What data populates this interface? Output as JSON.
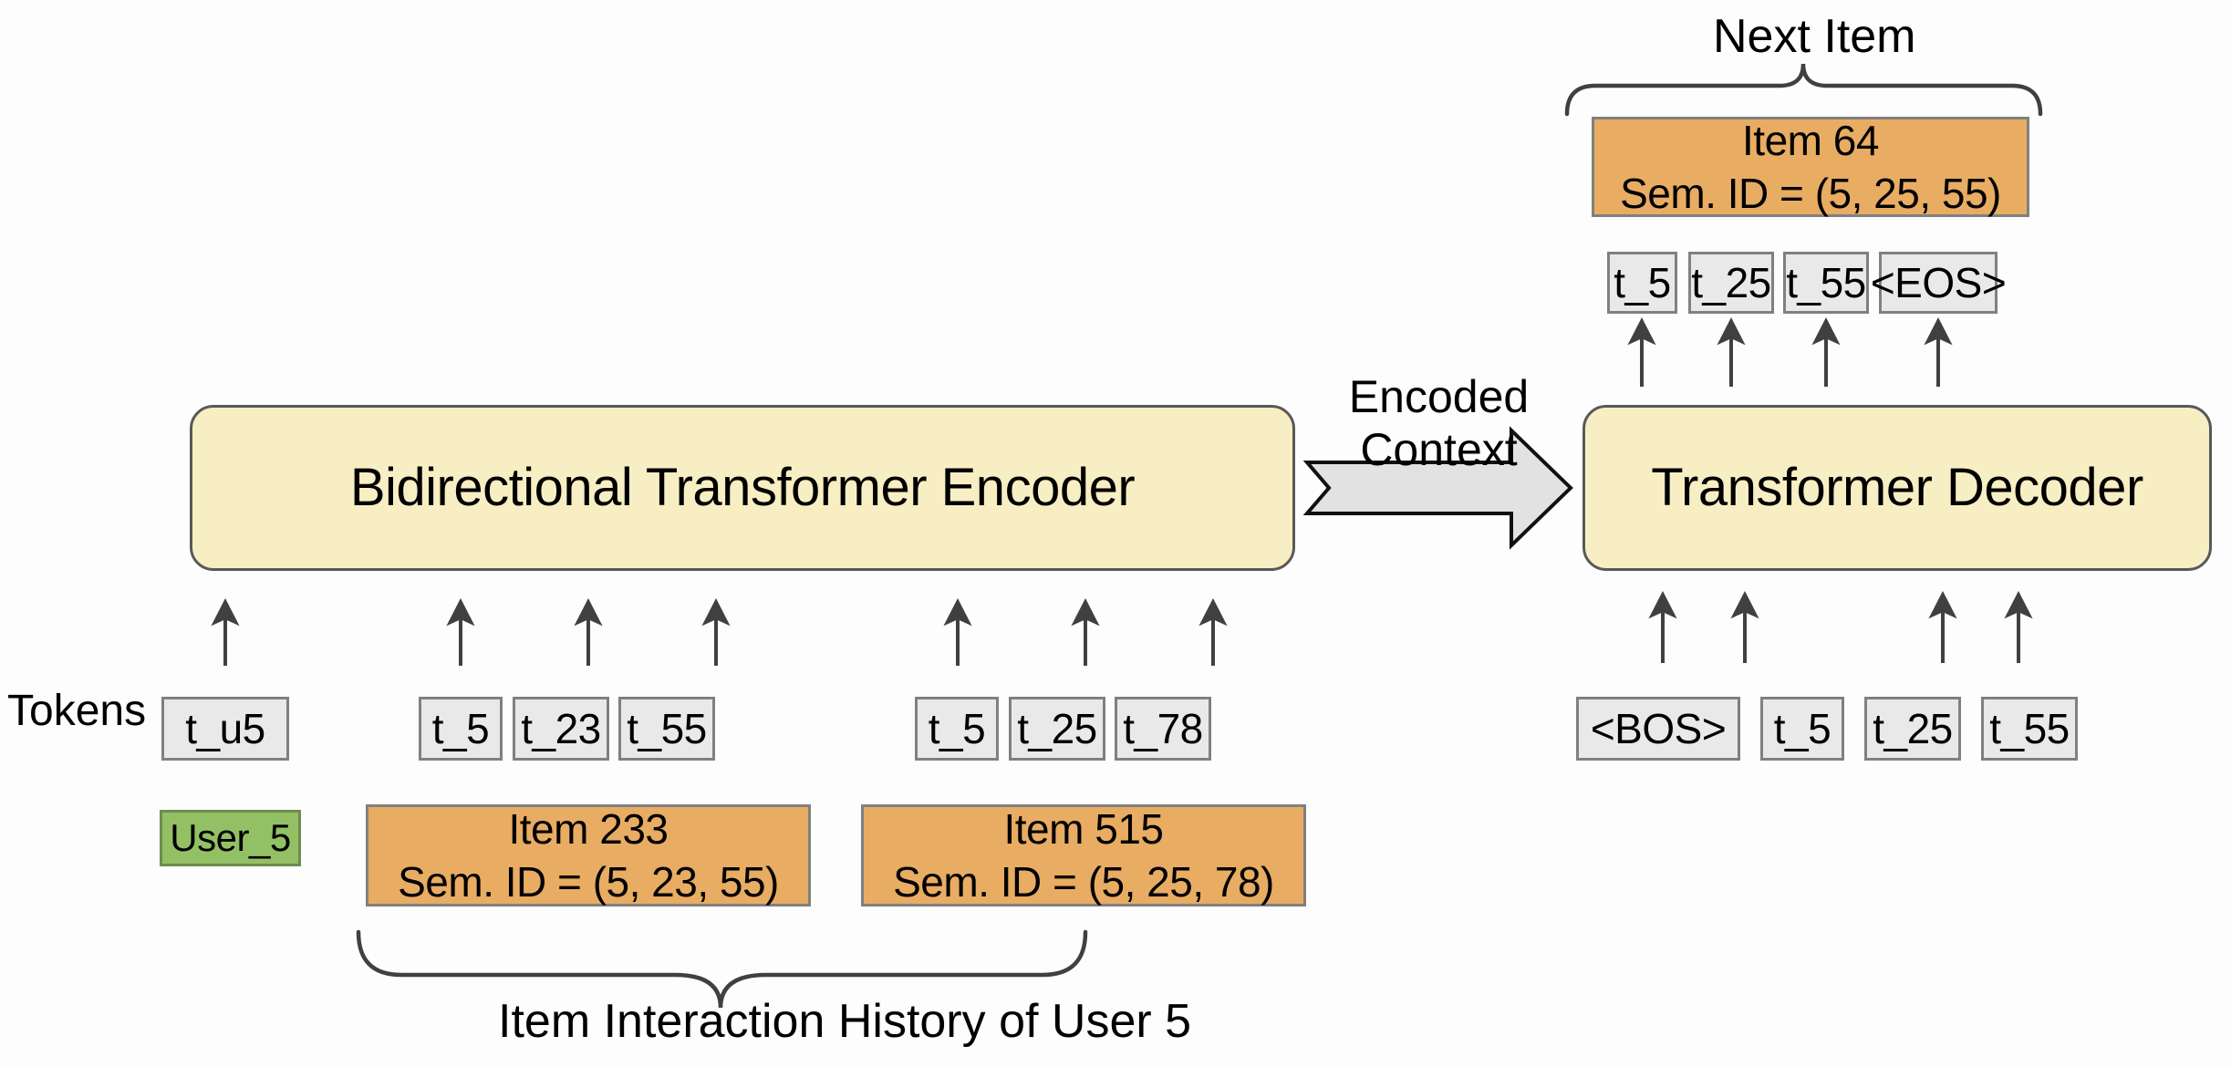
{
  "diagram": {
    "title": "Generative Recommender: Encoder-Decoder with Semantic IDs",
    "colors": {
      "block_fill": "#F7EFC3",
      "block_stroke": "#595959",
      "token_fill": "#E9E9E9",
      "token_stroke": "#808080",
      "item_fill": "#E8AC63",
      "item_stroke": "#808080",
      "user_fill": "#93C065",
      "user_stroke": "#6E8C50",
      "arrow_stroke": "#404040",
      "background": "#FDFDFD"
    }
  },
  "encoder": {
    "label": "Bidirectional Transformer Encoder"
  },
  "decoder": {
    "label": "Transformer Decoder"
  },
  "bridge": {
    "label_line1": "Encoded",
    "label_line2": "Context",
    "arrow_icon": "block-arrow-right-icon"
  },
  "labels": {
    "tokens": "Tokens",
    "next_item": "Next Item",
    "history": "Item Interaction History of User 5"
  },
  "encoder_input": {
    "user_token": {
      "label": "t_u5"
    },
    "user_entity": {
      "label": "User_5"
    },
    "item_tokens_group_1": [
      {
        "label": "t_5"
      },
      {
        "label": "t_23"
      },
      {
        "label": "t_55"
      }
    ],
    "item_tokens_group_2": [
      {
        "label": "t_5"
      },
      {
        "label": "t_25"
      },
      {
        "label": "t_78"
      }
    ],
    "items": [
      {
        "name": "Item 233",
        "semantic_id": "Sem. ID = (5, 23, 55)"
      },
      {
        "name": "Item 515",
        "semantic_id": "Sem. ID = (5, 25, 78)"
      }
    ]
  },
  "decoder_output": {
    "item": {
      "name": "Item 64",
      "semantic_id": "Sem. ID = (5, 25, 55)"
    },
    "tokens": [
      {
        "label": "t_5"
      },
      {
        "label": "t_25"
      },
      {
        "label": "t_55"
      },
      {
        "label": "<EOS>"
      }
    ]
  },
  "decoder_input": {
    "tokens": [
      {
        "label": "<BOS>"
      },
      {
        "label": "t_5"
      },
      {
        "label": "t_25"
      },
      {
        "label": "t_55"
      }
    ]
  }
}
